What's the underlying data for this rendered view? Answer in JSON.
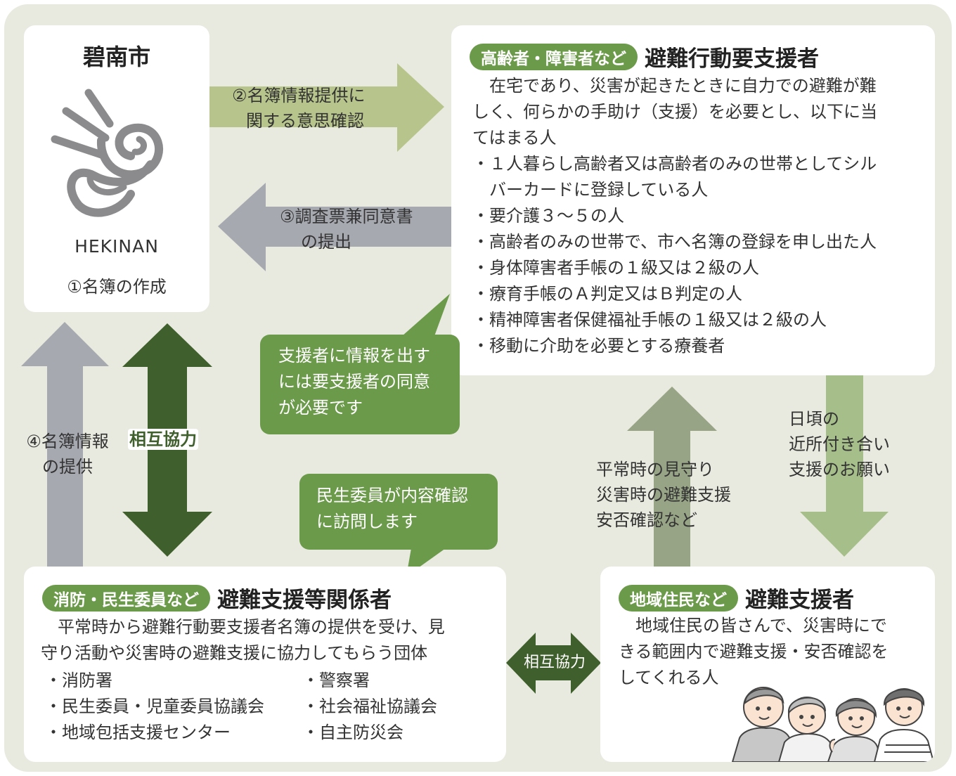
{
  "colors": {
    "outer_bg": "#e8eadf",
    "green": "#6b9a4a",
    "dark_green": "#3f5f2c",
    "light_green": "#a6bf8a",
    "olive": "#b7c58c",
    "gray": "#a7a9b0",
    "sage": "#97a486"
  },
  "hekinan": {
    "title": "碧南市",
    "logo_text": "HEKINAN",
    "step1": "①名簿の作成"
  },
  "arrow2": {
    "line1": "②名簿情報提供に",
    "line2": "関する意思確認"
  },
  "arrow3": {
    "line1": "③調査票兼同意書",
    "line2": "の提出"
  },
  "arrow4": {
    "line1": "④名簿情報",
    "line2": "の提供"
  },
  "mutual_cooperation": "相互協力",
  "youshien": {
    "tag": "高齢者・障害者など",
    "title": "避難行動要支援者",
    "desc_lines": [
      "　在宅であり、災害が起きたときに自力での避難が難",
      "しく、何らかの手助け（支援）を必要とし、以下に当",
      "てはまる人"
    ],
    "items": [
      [
        "・１人暮らし高齢者又は高齢者のみの世帯としてシル",
        "　バーカードに登録している人"
      ],
      [
        "・要介護３～５の人"
      ],
      [
        "・高齢者のみの世帯で、市へ名簿の登録を申し出た人"
      ],
      [
        "・身体障害者手帳の１級又は２級の人"
      ],
      [
        "・療育手帳のＡ判定又はＢ判定の人"
      ],
      [
        "・精神障害者保健福祉手帳の１級又は２級の人"
      ],
      [
        "・移動に介助を必要とする療養者"
      ]
    ]
  },
  "bubble_consent": {
    "lines": [
      "支援者に情報を出す",
      "には要支援者の同意",
      "が必要です"
    ]
  },
  "bubble_visit": {
    "lines": [
      "民生委員が内容確認",
      "に訪問します"
    ]
  },
  "arrow_daily": {
    "lines": [
      "日頃の",
      "近所付き合い",
      "支援のお願い"
    ]
  },
  "arrow_watch": {
    "lines": [
      "平常時の見守り",
      "災害時の避難支援",
      "安否確認など"
    ]
  },
  "kankeisha": {
    "tag": "消防・民生委員など",
    "title": "避難支援等関係者",
    "desc_lines": [
      "　平常時から避難行動要支援者名簿の提供を受け、見",
      "守り活動や災害時の避難支援に協力してもらう団体"
    ],
    "items_left": [
      "・消防署",
      "・民生委員・児童委員協議会",
      "・地域包括支援センター"
    ],
    "items_right": [
      "・警察署",
      "・社会福祉協議会",
      "・自主防災会"
    ]
  },
  "shiensha": {
    "tag": "地域住民など",
    "title": "避難支援者",
    "desc_lines": [
      "　地域住民の皆さんで、災害時にで",
      "きる範囲内で避難支援・安否確認を",
      "してくれる人"
    ]
  }
}
